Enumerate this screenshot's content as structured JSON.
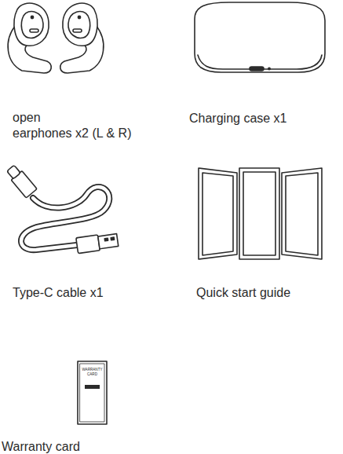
{
  "diagram": {
    "labels": [
      "open earphones x2 (L & R)",
      "Charging case x1",
      "Type-C cable x1",
      "Quick start guide",
      "WARRANTY CARD",
      "Warranty card"
    ]
  }
}
